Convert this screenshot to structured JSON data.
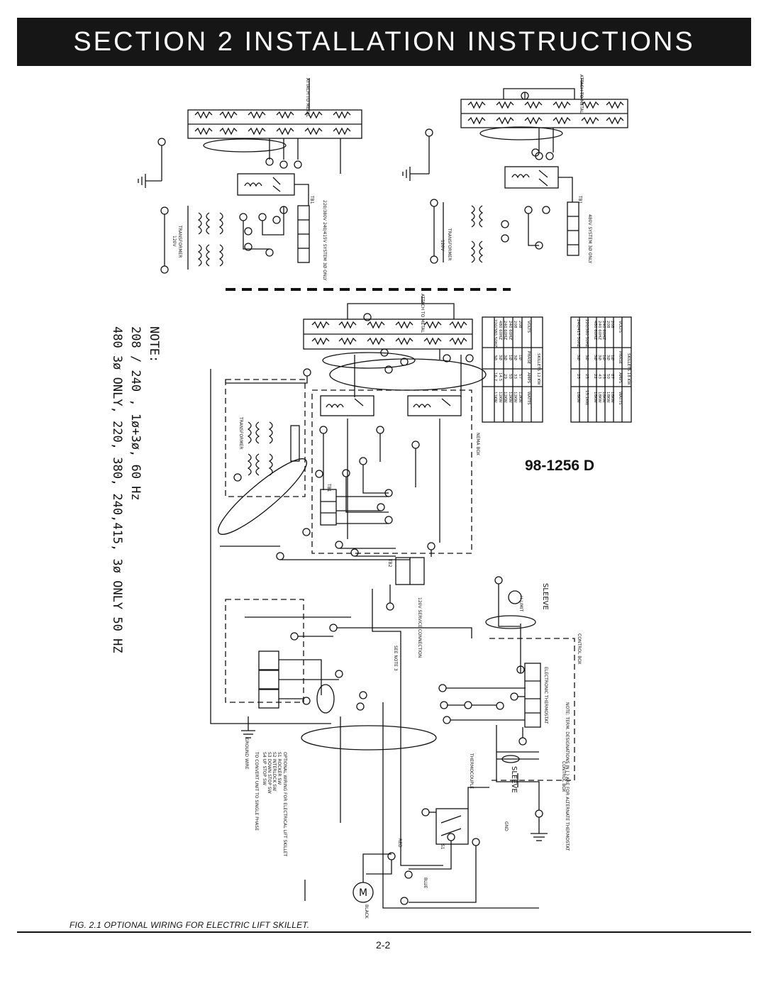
{
  "header": {
    "title": "SECTION 2 INSTALLATION INSTRUCTIONS"
  },
  "diagram": {
    "drawing_number": "98-1256  D",
    "note_lines": [
      "NOTE:",
      "208 / 240 , 1ø+3ø, 60 Hz",
      "480 3ø ONLY, 220, 380, 240,415, 3ø ONLY 50 HZ"
    ],
    "labels": {
      "attach_to_metal": "ATTACH TO METAL",
      "transformer": "TRANSFORMER",
      "system_220_380": "220/380V 240/415V SYSTEM 3Ø ONLY",
      "system_480": "480V SYSTEM 3Ø ONLY",
      "tb1": "TB1",
      "tb2": "TB2",
      "v120": "120V",
      "nema_box": "NEMA BOX",
      "control_box": "CONTROL BOX",
      "sleeve": "SLEEVE",
      "h_limit": "H LIMIT",
      "thermocouple": "THERMOCOUPLE",
      "electronic_thermostat": "ELECTRONIC THERMOSTAT",
      "gnd": "GND",
      "ground_wire": "GROUND WIRE",
      "see_note_3": "SEE NOTE 3",
      "service_connection": "120V SERVICE CONNECTION",
      "red": "RED",
      "blue": "BLUE",
      "black": "BLACK",
      "motor": "M",
      "s1": "S1"
    },
    "skillet_tables": [
      {
        "title": "SKILLETS 12 KW",
        "headers": [
          "VOLTS",
          "PHASE",
          "AMPS",
          "WATTS"
        ],
        "rows": [
          [
            "208",
            "1Ø",
            "57",
            "12KW"
          ],
          [
            "208",
            "3Ø",
            "33",
            "12KW"
          ],
          [
            "240 60HZ",
            "1Ø",
            "50",
            "12KW"
          ],
          [
            "240 60HZ",
            "3Ø",
            "29",
            "12KW"
          ],
          [
            "480 60HZ",
            "3Ø",
            "14.5",
            "12KW"
          ],
          [
            "220/380 50HZ",
            "3Ø",
            "16.7",
            "11KW"
          ]
        ]
      },
      {
        "title": "SKILLETS 18 KW",
        "headers": [
          "VOLTS",
          "PHASE",
          "AMPS",
          "WATTS"
        ],
        "rows": [
          [
            "208",
            "1Ø",
            "87",
            "18KW"
          ],
          [
            "208",
            "3Ø",
            "50",
            "18KW"
          ],
          [
            "240 60HZ",
            "1Ø",
            "75",
            "18KW"
          ],
          [
            "240 60HZ",
            "3Ø",
            "43",
            "18KW"
          ],
          [
            "480 60HZ",
            "3Ø",
            "22",
            "18KW"
          ],
          [
            "220/380 50HZ",
            "3Ø",
            "25",
            "15.1KW"
          ],
          [
            "240/415 50HZ",
            "3Ø",
            "25",
            "18KW"
          ]
        ]
      }
    ],
    "optional_wiring_note": [
      "OPTIONAL WIRING FOR ELECTRICAL LIFT SKILLET",
      "S1 ROCKER SW",
      "S2 INTERLOCK SW",
      "S3 DOWN STOP SW",
      "S4 UP STOP SW",
      "TO CONVERT UNIT TO SINGLE PHASE"
    ],
    "terminal_note": "NOTE: TERM. DESIGNATIONS IN ( ) ARE FOR ALTERNATE THERMOSTAT"
  },
  "caption": "FIG. 2.1 OPTIONAL WIRING FOR ELECTRIC LIFT SKILLET.",
  "page_number": "2-2"
}
